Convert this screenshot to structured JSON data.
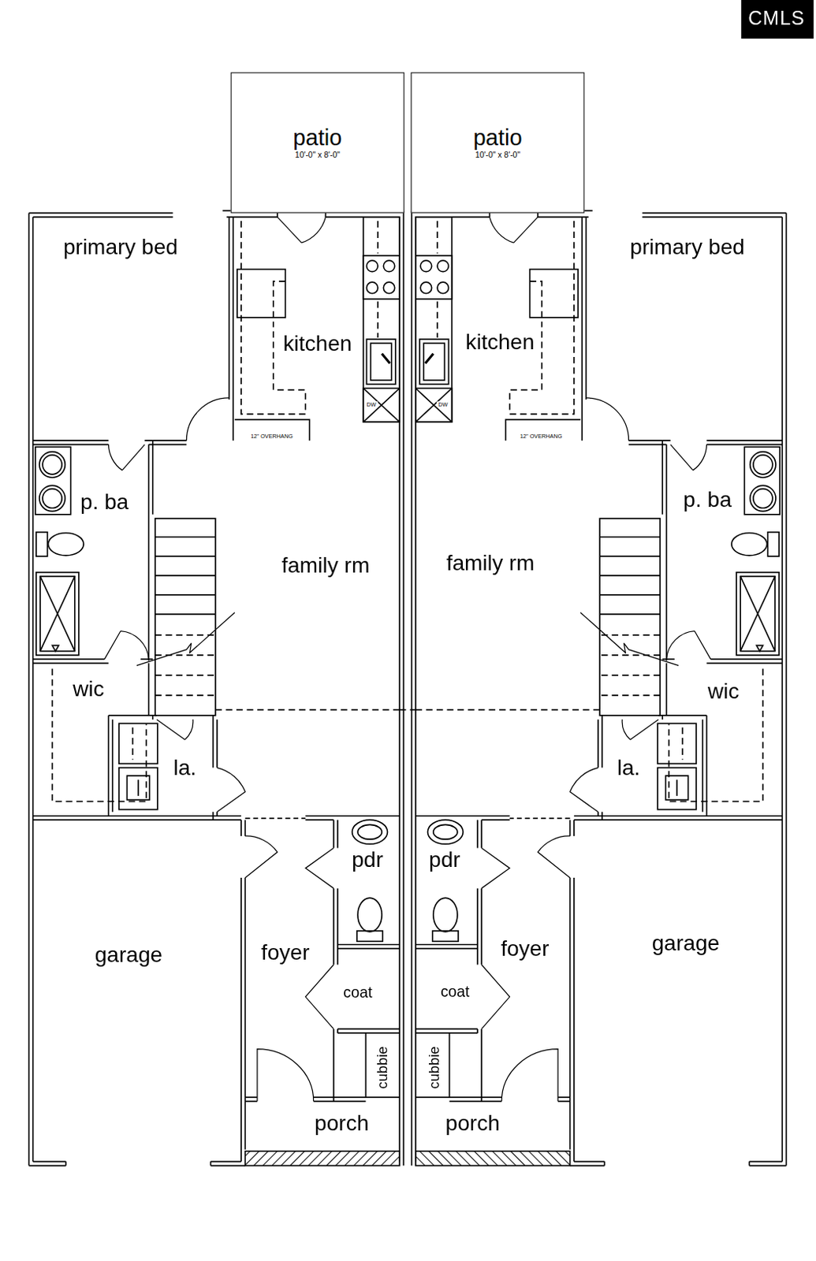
{
  "diagram": {
    "nodes": [
      {
        "text": [
          "patio",
          "10'-0\" x 8'-0\""
        ]
      },
      {
        "text": [
          "patio",
          "10'-0\" x 8'-0\""
        ]
      }
    ],
    "labels": [
      "CMLS",
      "primary bed",
      "kitchen",
      "12\" OVERHANG",
      "DW",
      "p. ba",
      "family rm",
      "wic",
      "la.",
      "garage",
      "foyer",
      "pdr",
      "coat",
      "cubbie",
      "porch",
      "primary bed",
      "kitchen",
      "12\" OVERHANG",
      "DW",
      "p. ba",
      "family rm",
      "wic",
      "la.",
      "garage",
      "foyer",
      "pdr",
      "coat",
      "cubbie",
      "porch"
    ]
  }
}
